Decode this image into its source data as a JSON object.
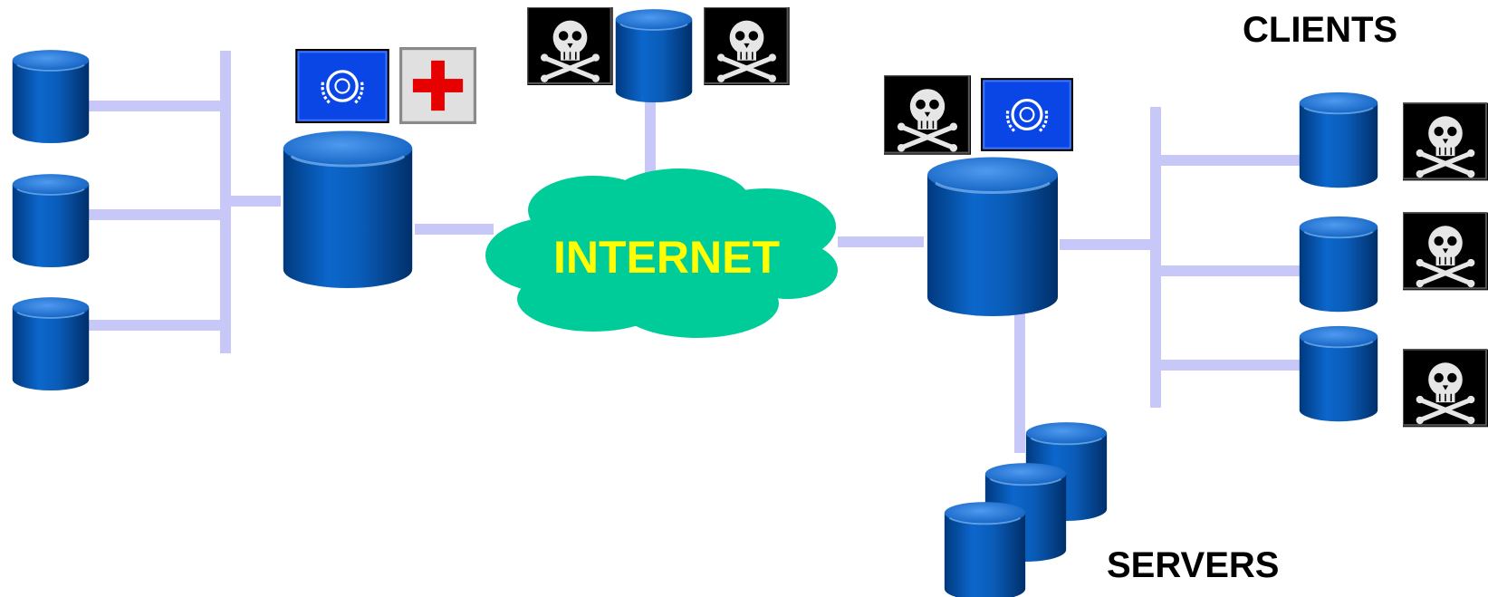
{
  "labels": {
    "clients": "CLIENTS",
    "servers": "SERVERS",
    "cloud": "INTERNET"
  },
  "colors": {
    "line": "#c8c8f8",
    "cloud": "#00cc99",
    "cloud_text": "#ffff00",
    "cylinder_dark": "#003f8a",
    "cylinder_mid": "#0a62c4",
    "cylinder_light": "#3c8ae6",
    "pirate_bg": "#000000",
    "un_bg": "#0a46e6",
    "cross": "#e60000"
  },
  "icons": {
    "pirate": "pirate-skull-icon",
    "un": "un-emblem-icon",
    "red_cross": "red-cross-icon",
    "database": "database-cylinder-icon"
  }
}
